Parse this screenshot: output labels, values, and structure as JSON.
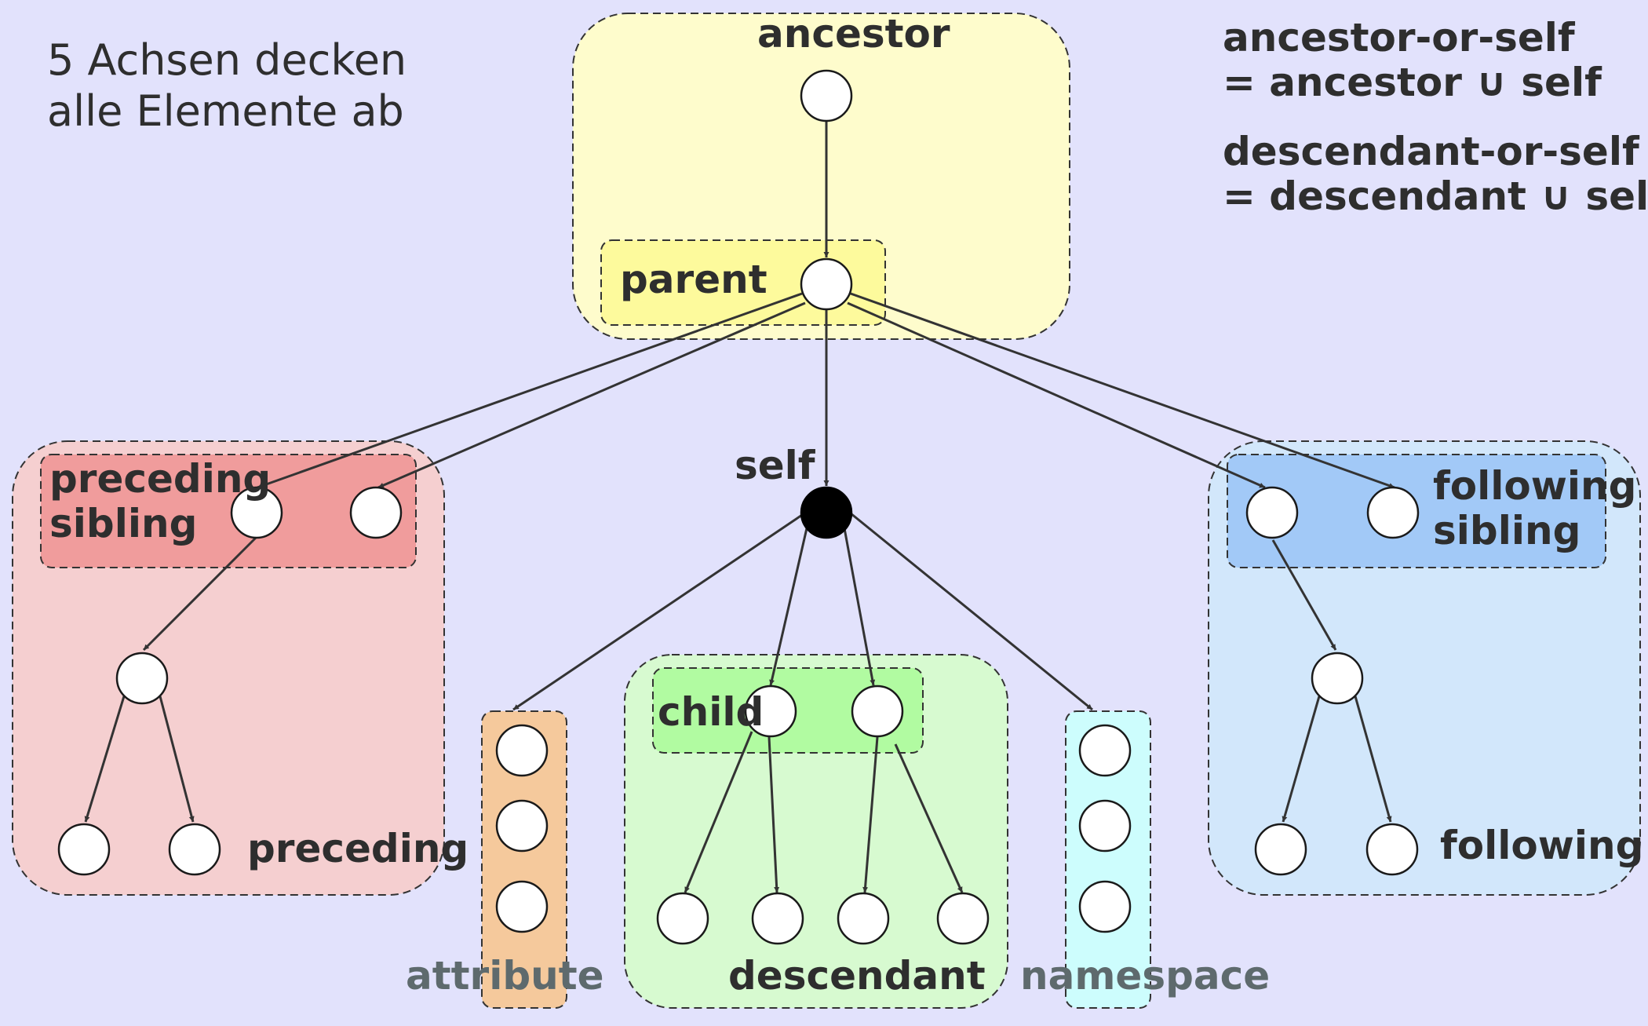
{
  "intro": {
    "line1": "5 Achsen decken",
    "line2": "alle Elemente ab"
  },
  "notes": {
    "ancestor_or_self": {
      "line1": "ancestor-or-self",
      "line2": "= ancestor ∪ self"
    },
    "descendant_or_self": {
      "line1": "descendant-or-self",
      "line2": "= descendant ∪ self"
    }
  },
  "axes": {
    "ancestor": "ancestor",
    "parent": "parent",
    "self": "self",
    "preceding_sibling_1": "preceding",
    "preceding_sibling_2": "sibling",
    "following_sibling_1": "following",
    "following_sibling_2": "sibling",
    "child": "child",
    "preceding": "preceding",
    "following": "following",
    "attribute": "attribute",
    "descendant": "descendant",
    "namespace": "namespace"
  },
  "colors": {
    "background": "#e2e2fc",
    "ancestor_region": "#fefccc",
    "parent_region": "#fdfa9c",
    "preceding_region": "#f5cfd0",
    "preceding_sibling_region": "#f09c9c",
    "following_region": "#d2e7fb",
    "following_sibling_region": "#a2c9f7",
    "attribute_region": "#f5c99c",
    "descendant_region": "#d7fad0",
    "child_region": "#b1fba1",
    "namespace_region": "#cdfdfd",
    "self_node": "#000000"
  }
}
